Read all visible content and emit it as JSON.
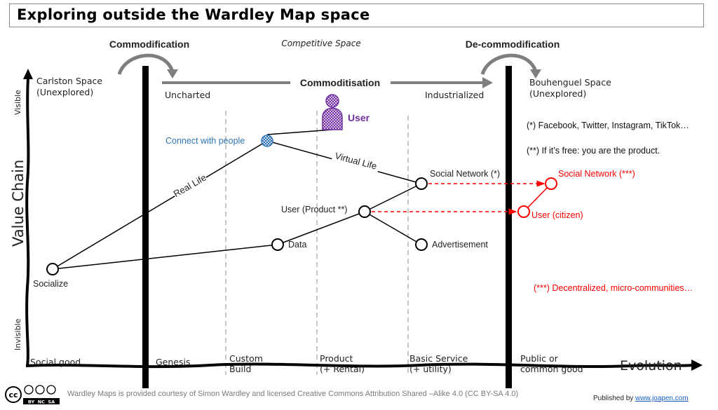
{
  "title": "Exploring outside the Wardley Map space",
  "top_labels": {
    "commodification": "Commodification",
    "competitive_space": "Competitive Space",
    "de_commodification": "De-commodification",
    "commoditisation": "Commoditisation"
  },
  "regions": {
    "carlston_line1": "Carlston Space",
    "carlston_line2": "(Unexplored)",
    "uncharted": "Uncharted",
    "industrialized": "Industrialized",
    "bouhenguel_line1": "Bouhenguel Space",
    "bouhenguel_line2": "(Unexplored)"
  },
  "y_axis": {
    "label": "Value Chain",
    "top": "Visible",
    "bottom": "Invisible"
  },
  "x_axis": {
    "label": "Evolution",
    "stages": [
      {
        "line1": "Social good",
        "line2": ""
      },
      {
        "line1": "Genesis",
        "line2": ""
      },
      {
        "line1": "Custom",
        "line2": "Build"
      },
      {
        "line1": "Product",
        "line2": "(+ Rental)"
      },
      {
        "line1": "Basic Service",
        "line2": "(+ utility)"
      },
      {
        "line1": "Public or",
        "line2": "common good"
      }
    ]
  },
  "components": {
    "user": "User",
    "connect": "Connect with people",
    "social_network": "Social Network (*)",
    "user_product": "User (Product **)",
    "data": "Data",
    "advertisement": "Advertisement",
    "socialize": "Socialize",
    "social_network_decentral": "Social Network (***)",
    "user_citizen": "User (citizen)"
  },
  "link_labels": {
    "real_life": "Real Life",
    "virtual_life": "Virtual Life"
  },
  "notes": {
    "note1": "(*) Facebook, Twitter, Instagram, TikTok…",
    "note2": "(**) If it’s free: you are the product.",
    "note3": "(***) Decentralized, micro-communities…"
  },
  "footer": {
    "license": "Wardley Maps is provided courtesy of Simon Wardley and licensed  Creative Commons Attribution Shared –Alike 4.0 (CC BY-SA 4.0)",
    "published_prefix": "Published by ",
    "published_link": "www.joapen.com",
    "cc_label": "cc",
    "cc_terms": "BY  NC  SA"
  },
  "colors": {
    "user": "#7030a0",
    "connect": "#2e75b6",
    "red": "#ff0000",
    "gray_arrow": "#7f7f7f"
  }
}
